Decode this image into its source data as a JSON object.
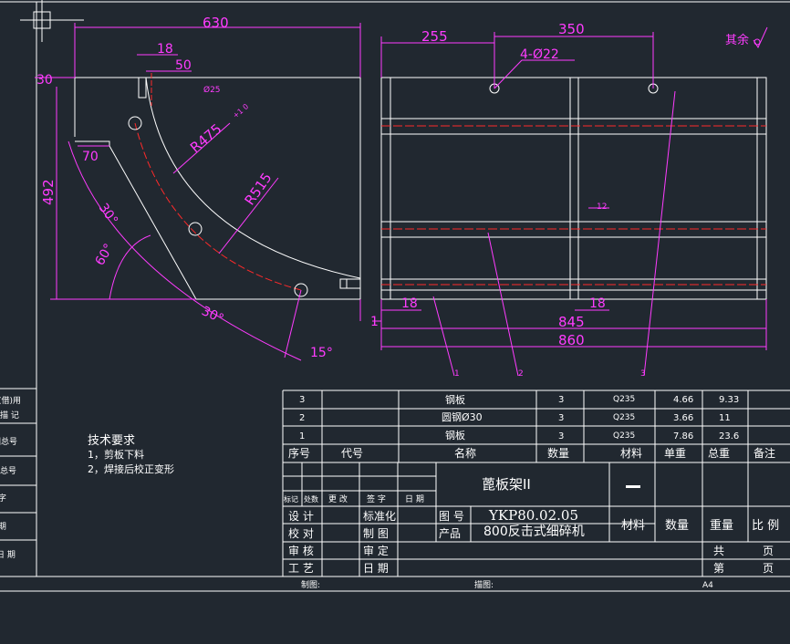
{
  "drawing": {
    "surface_mark": "其余",
    "dims": {
      "d630": "630",
      "d18a": "18",
      "d50": "50",
      "d30": "30",
      "d25": "Ø25",
      "d492": "492",
      "d70": "70",
      "r475": "R475",
      "r475_tol": "+1 0",
      "r515": "R515",
      "a30a": "30°",
      "a60": "60°",
      "a30b": "30°",
      "a15": "15°",
      "d255": "255",
      "d350": "350",
      "holes": "4-Ø22",
      "weld": "12",
      "d18l": "18",
      "d18r": "18",
      "d1": "1",
      "d845": "845",
      "d860": "860"
    },
    "balloons": [
      "1",
      "2",
      "3"
    ],
    "notes": {
      "title": "技术要求",
      "items": [
        "1，剪板下料",
        "2，焊接后校正变形"
      ]
    }
  },
  "left_strip": [
    "(借)用",
    "描 记",
    "旧底图总号",
    "底图总号",
    "签 字",
    "日 期",
    "日 期"
  ],
  "bom": {
    "rows": [
      {
        "seq": "3",
        "code": "",
        "name": "钢板",
        "qty": "3",
        "material": "Q235",
        "unit_wt": "4.66",
        "total_wt": "9.33",
        "note": ""
      },
      {
        "seq": "2",
        "code": "",
        "name": "圆钢Ø30",
        "qty": "3",
        "material": "Q235",
        "unit_wt": "3.66",
        "total_wt": "11",
        "note": ""
      },
      {
        "seq": "1",
        "code": "",
        "name": "钢板",
        "qty": "3",
        "material": "Q235",
        "unit_wt": "7.86",
        "total_wt": "23.6",
        "note": ""
      }
    ],
    "headers": [
      "序号",
      "代号",
      "名称",
      "数量",
      "材料",
      "单重",
      "总重",
      "备注"
    ]
  },
  "title_block": {
    "part_name": "蓖板架II",
    "drawing_no_label": "图 号",
    "drawing_no": "YKP80.02.05",
    "product_label": "产品",
    "product": "800反击式细碎机",
    "rev_headers": [
      "标记",
      "处数",
      "更 改",
      "签 字",
      "日 期"
    ],
    "sign_rows": [
      [
        "设 计",
        "标准化"
      ],
      [
        "校 对",
        "制 图"
      ],
      [
        "审 核",
        "审 定"
      ],
      [
        "工 艺",
        "日 期"
      ]
    ],
    "col_headers": [
      "材料",
      "数量",
      "重量",
      "比 例"
    ],
    "sheets_label": "共",
    "sheet_label": "第",
    "page_unit": "页"
  },
  "footer": {
    "drawn": "制图:",
    "traced": "描图:",
    "size": "A4"
  }
}
